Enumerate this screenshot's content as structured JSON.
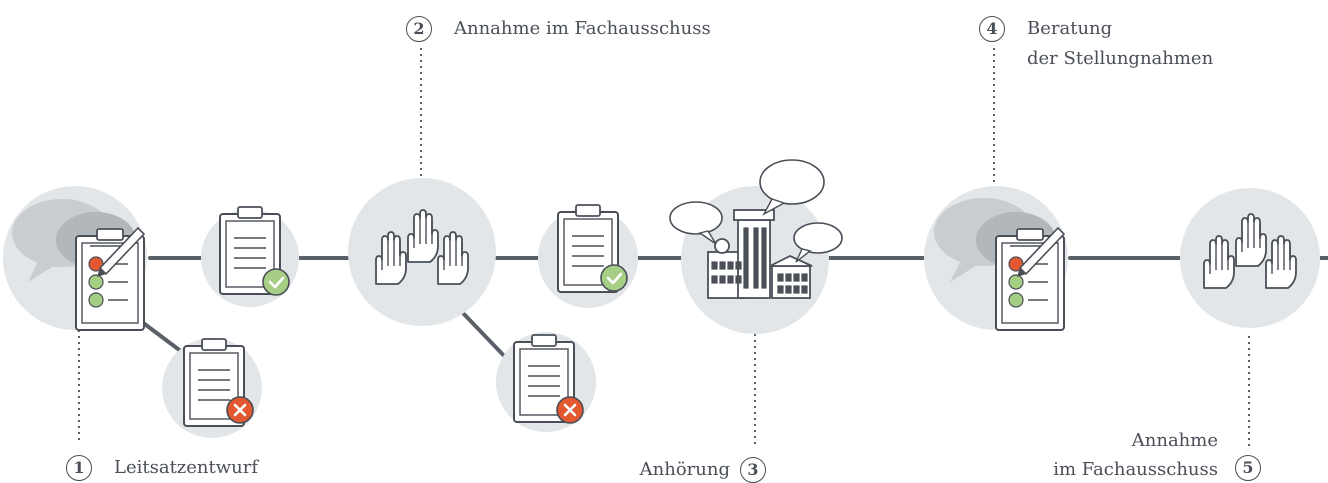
{
  "steps": [
    {
      "number": "1",
      "label": "Leitsatzentwurf"
    },
    {
      "number": "2",
      "label": "Annahme im Fachausschuss"
    },
    {
      "number": "3",
      "label": "Anhörung"
    },
    {
      "number": "4",
      "label_line1": "Beratung",
      "label_line2": "der Stellungnahmen"
    },
    {
      "number": "5",
      "label_line1": "Annahme",
      "label_line2": "im Fachausschuss"
    }
  ],
  "colors": {
    "circle": "#e3e6e8",
    "connector": "#5a5f68",
    "stroke": "#4a4f57",
    "approved": "#a6cf85",
    "rejected": "#e2582f",
    "speech": "#c9cdd1"
  },
  "icons": {
    "draft": "clipboard-with-speech-bubbles-icon",
    "approved": "clipboard-check-icon",
    "rejected": "clipboard-cross-icon",
    "vote": "raised-hands-icon",
    "hearing": "buildings-with-speech-bubbles-icon"
  }
}
